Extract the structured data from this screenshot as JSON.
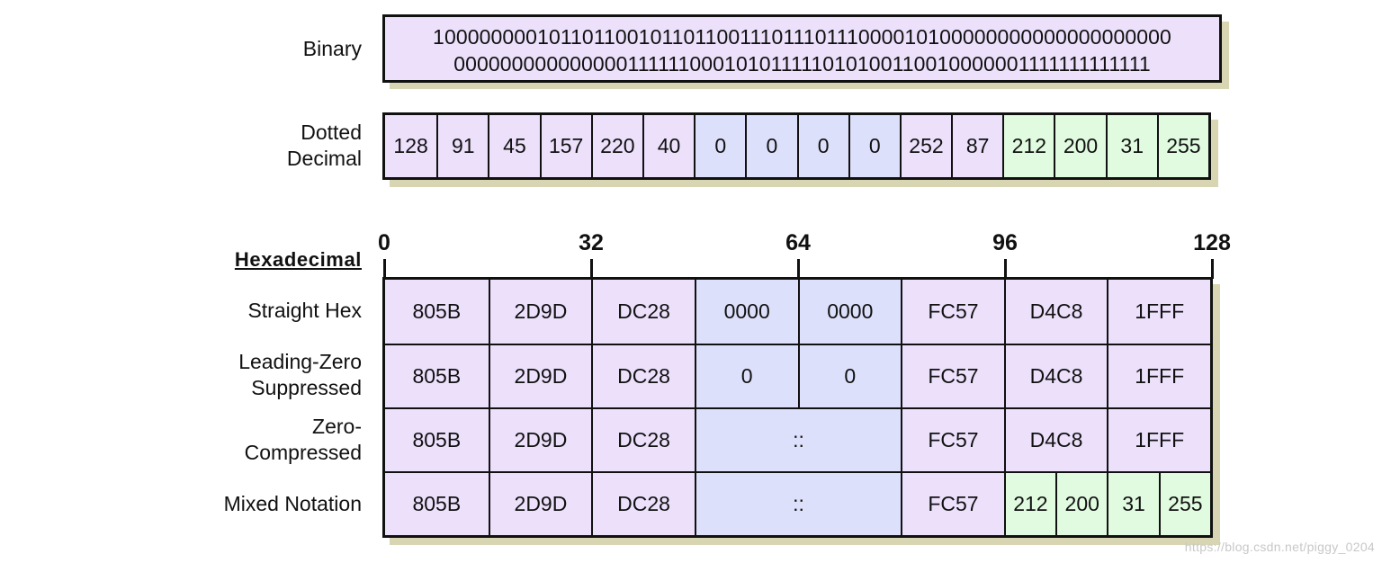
{
  "colors": {
    "purple": "#ece0fb",
    "blue": "#dde0fb",
    "green": "#e1fbe0",
    "shadow": "#d8d6b2",
    "border": "#111111"
  },
  "binary": {
    "label": "Binary",
    "line1": "10000000010110110010110110011101110111000010100000000000000000000",
    "line2": "000000000000000111111000101011111010100110010000001111111111111"
  },
  "dotted": {
    "label": "Dotted\nDecimal",
    "cells": [
      {
        "text": "128",
        "color": "purple"
      },
      {
        "text": "91",
        "color": "purple"
      },
      {
        "text": "45",
        "color": "purple"
      },
      {
        "text": "157",
        "color": "purple"
      },
      {
        "text": "220",
        "color": "purple"
      },
      {
        "text": "40",
        "color": "purple"
      },
      {
        "text": "0",
        "color": "blue"
      },
      {
        "text": "0",
        "color": "blue"
      },
      {
        "text": "0",
        "color": "blue"
      },
      {
        "text": "0",
        "color": "blue"
      },
      {
        "text": "252",
        "color": "purple"
      },
      {
        "text": "87",
        "color": "purple"
      },
      {
        "text": "212",
        "color": "green"
      },
      {
        "text": "200",
        "color": "green"
      },
      {
        "text": "31",
        "color": "green"
      },
      {
        "text": "255",
        "color": "green"
      }
    ]
  },
  "hex": {
    "heading": "Hexadecimal",
    "bit_labels": [
      "0",
      "32",
      "64",
      "96",
      "128"
    ],
    "rows": [
      {
        "label": "Straight Hex",
        "cells": [
          {
            "text": "805B",
            "color": "purple",
            "span": 1
          },
          {
            "text": "2D9D",
            "color": "purple",
            "span": 1
          },
          {
            "text": "DC28",
            "color": "purple",
            "span": 1
          },
          {
            "text": "0000",
            "color": "blue",
            "span": 1
          },
          {
            "text": "0000",
            "color": "blue",
            "span": 1
          },
          {
            "text": "FC57",
            "color": "purple",
            "span": 1
          },
          {
            "text": "D4C8",
            "color": "purple",
            "span": 1
          },
          {
            "text": "1FFF",
            "color": "purple",
            "span": 1
          }
        ]
      },
      {
        "label": "Leading-Zero\nSuppressed",
        "cells": [
          {
            "text": "805B",
            "color": "purple",
            "span": 1
          },
          {
            "text": "2D9D",
            "color": "purple",
            "span": 1
          },
          {
            "text": "DC28",
            "color": "purple",
            "span": 1
          },
          {
            "text": "0",
            "color": "blue",
            "span": 1
          },
          {
            "text": "0",
            "color": "blue",
            "span": 1
          },
          {
            "text": "FC57",
            "color": "purple",
            "span": 1
          },
          {
            "text": "D4C8",
            "color": "purple",
            "span": 1
          },
          {
            "text": "1FFF",
            "color": "purple",
            "span": 1
          }
        ]
      },
      {
        "label": "Zero-\nCompressed",
        "cells": [
          {
            "text": "805B",
            "color": "purple",
            "span": 1
          },
          {
            "text": "2D9D",
            "color": "purple",
            "span": 1
          },
          {
            "text": "DC28",
            "color": "purple",
            "span": 1
          },
          {
            "text": "::",
            "color": "blue",
            "span": 2
          },
          {
            "text": "FC57",
            "color": "purple",
            "span": 1
          },
          {
            "text": "D4C8",
            "color": "purple",
            "span": 1
          },
          {
            "text": "1FFF",
            "color": "purple",
            "span": 1
          }
        ]
      },
      {
        "label": "Mixed Notation",
        "cells": [
          {
            "text": "805B",
            "color": "purple",
            "span": 1
          },
          {
            "text": "2D9D",
            "color": "purple",
            "span": 1
          },
          {
            "text": "DC28",
            "color": "purple",
            "span": 1
          },
          {
            "text": "::",
            "color": "blue",
            "span": 2
          },
          {
            "text": "FC57",
            "color": "purple",
            "span": 1
          },
          {
            "text": "212",
            "color": "green",
            "span": 0.5
          },
          {
            "text": "200",
            "color": "green",
            "span": 0.5
          },
          {
            "text": "31",
            "color": "green",
            "span": 0.5
          },
          {
            "text": "255",
            "color": "green",
            "span": 0.5
          }
        ]
      }
    ]
  },
  "watermark": "https://blog.csdn.net/piggy_0204"
}
